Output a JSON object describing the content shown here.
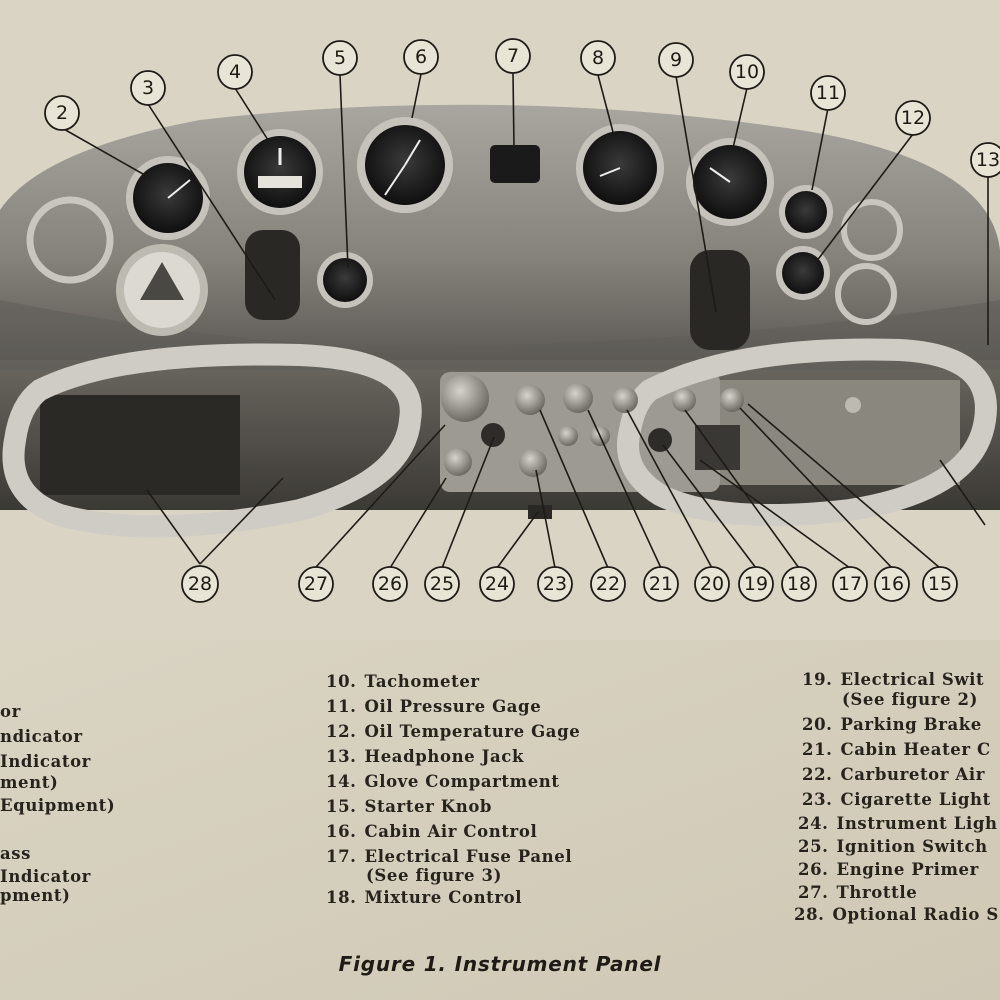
{
  "figure": {
    "caption": "Figure 1. Instrument Panel"
  },
  "callouts": [
    "2",
    "3",
    "4",
    "5",
    "6",
    "7",
    "8",
    "9",
    "10",
    "11",
    "12",
    "13",
    "15",
    "16",
    "17",
    "18",
    "19",
    "20",
    "21",
    "22",
    "23",
    "24",
    "25",
    "26",
    "27",
    "28"
  ],
  "legend": {
    "left": [
      {
        "text": "or"
      },
      {
        "text": "ndicator"
      },
      {
        "text": "Indicator"
      },
      {
        "text": "ment)"
      },
      {
        "text": " Equipment)"
      },
      {
        "text": "ass"
      },
      {
        "text": "Indicator"
      },
      {
        "text": "pment)"
      }
    ],
    "middle": [
      {
        "num": "10.",
        "label": "Tachometer"
      },
      {
        "num": "11.",
        "label": "Oil Pressure Gage"
      },
      {
        "num": "12.",
        "label": "Oil Temperature Gage"
      },
      {
        "num": "13.",
        "label": "Headphone Jack"
      },
      {
        "num": "14.",
        "label": "Glove Compartment"
      },
      {
        "num": "15.",
        "label": "Starter Knob"
      },
      {
        "num": "16.",
        "label": "Cabin Air Control"
      },
      {
        "num": "17.",
        "label": "Electrical Fuse Panel"
      },
      {
        "num": "",
        "label": "(See figure 3)"
      },
      {
        "num": "18.",
        "label": "Mixture Control"
      }
    ],
    "right": [
      {
        "num": "19.",
        "label": "Electrical Swit"
      },
      {
        "num": "",
        "label": "(See figure 2)"
      },
      {
        "num": "20.",
        "label": "Parking Brake"
      },
      {
        "num": "21.",
        "label": "Cabin Heater C"
      },
      {
        "num": "22.",
        "label": "Carburetor Air"
      },
      {
        "num": "23.",
        "label": "Cigarette Light"
      },
      {
        "num": "24.",
        "label": "Instrument Ligh"
      },
      {
        "num": "25.",
        "label": "Ignition Switch"
      },
      {
        "num": "26.",
        "label": "Engine Primer"
      },
      {
        "num": "27.",
        "label": "Throttle"
      },
      {
        "num": "28.",
        "label": "Optional Radio S"
      }
    ]
  },
  "colors": {
    "paper": "#e3decd",
    "panel": "#8d8a84",
    "ink": "#1e1b16"
  }
}
